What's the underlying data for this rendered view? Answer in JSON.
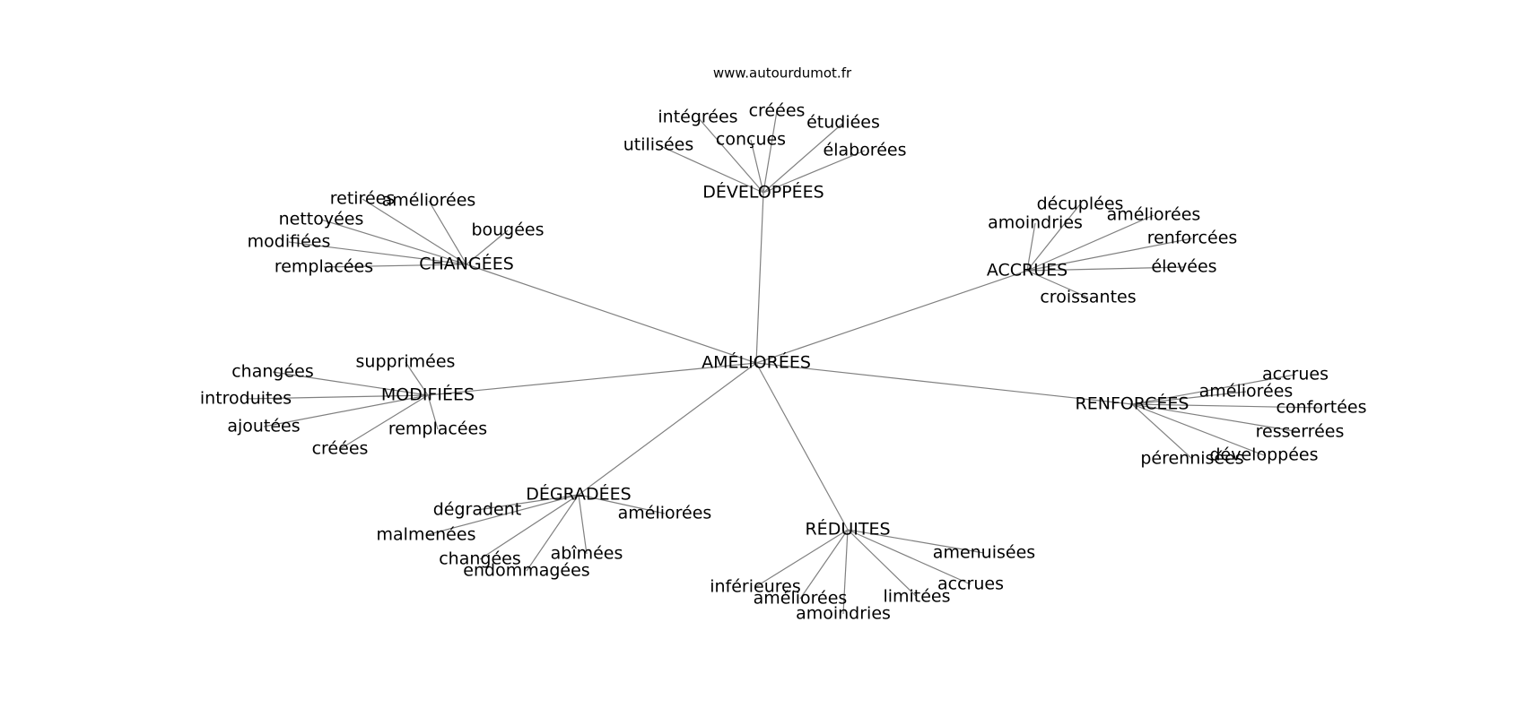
{
  "site": "www.autourdumot.fr",
  "center": "AMÉLIORÉES",
  "edge_color": "#808080",
  "clusters": [
    {
      "label": "DÉVELOPPÉES",
      "words": [
        "intégrées",
        "créées",
        "étudiées",
        "utilisées",
        "conçues",
        "élaborées"
      ]
    },
    {
      "label": "CHANGÉES",
      "words": [
        "retirées",
        "améliorées",
        "nettoyées",
        "bougées",
        "modifiées",
        "remplacées"
      ]
    },
    {
      "label": "ACCRUES",
      "words": [
        "décuplées",
        "améliorées",
        "amoindries",
        "renforcées",
        "élevées",
        "croissantes"
      ]
    },
    {
      "label": "MODIFIÉES",
      "words": [
        "changées",
        "supprimées",
        "introduites",
        "ajoutées",
        "remplacées",
        "créées"
      ]
    },
    {
      "label": "RENFORCÉES",
      "words": [
        "accrues",
        "améliorées",
        "confortées",
        "resserrées",
        "développées",
        "pérennisées"
      ]
    },
    {
      "label": "DÉGRADÉES",
      "words": [
        "dégradent",
        "améliorées",
        "malmenées",
        "changées",
        "abîmées",
        "endommagées"
      ]
    },
    {
      "label": "RÉDUITES",
      "words": [
        "amenuisées",
        "accrues",
        "inférieures",
        "améliorées",
        "limitées",
        "amoindries"
      ]
    }
  ]
}
